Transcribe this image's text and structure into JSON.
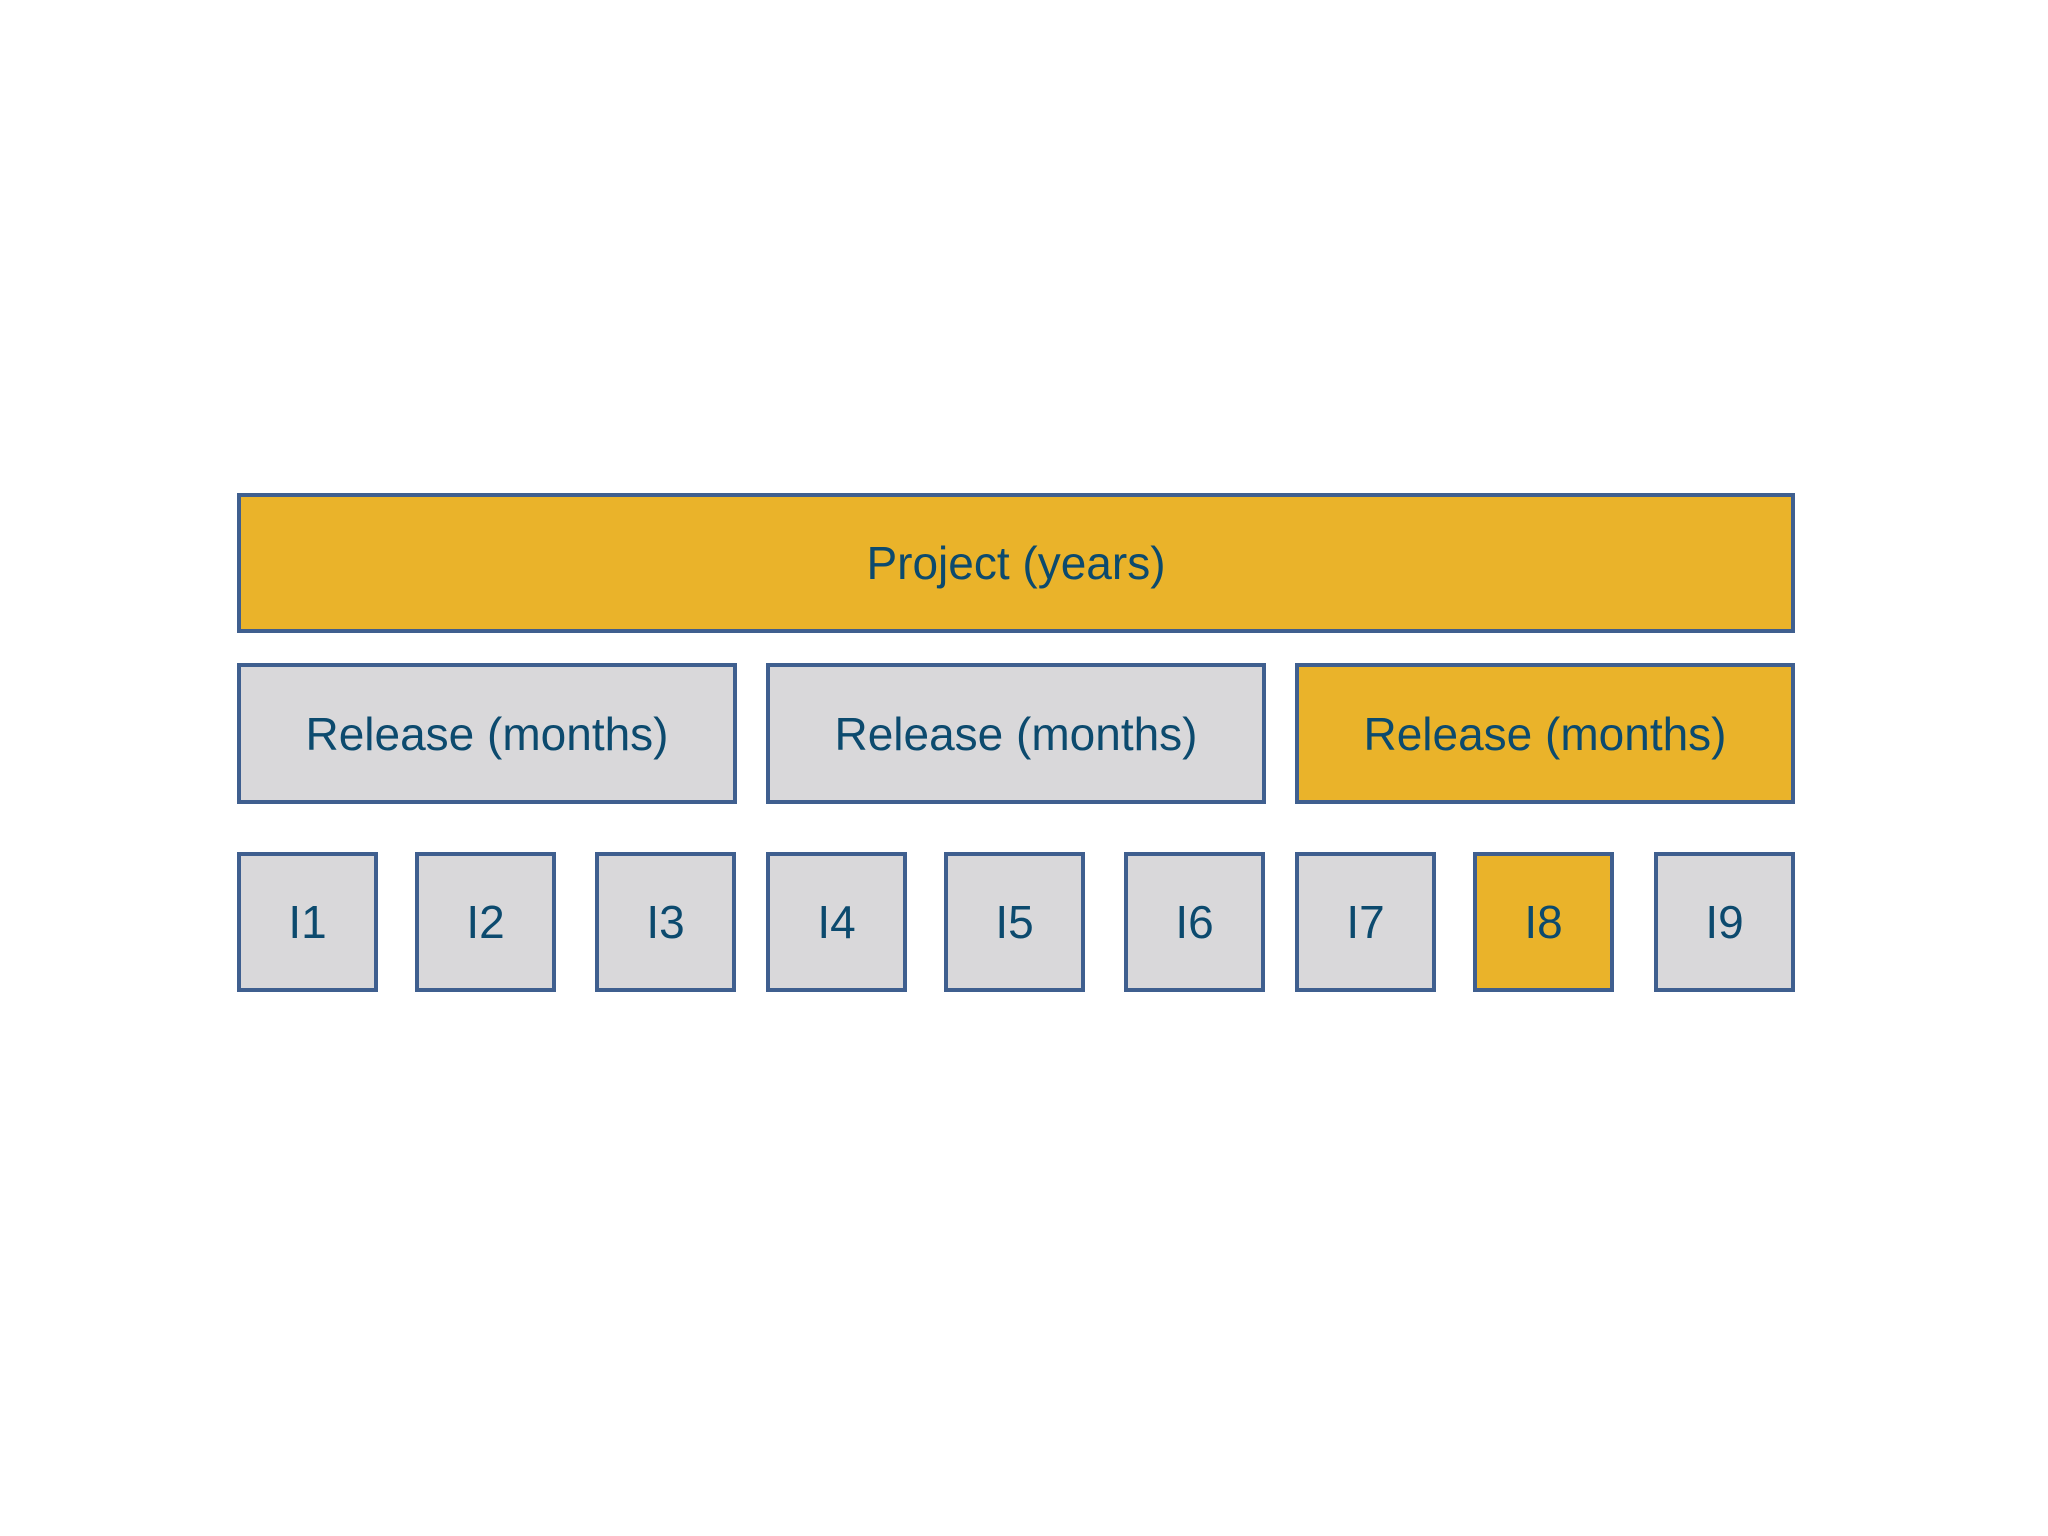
{
  "colors": {
    "highlight": "#eab32a",
    "neutral": "#d9d8da",
    "border": "#3f5f8f",
    "text": "#0c4a6e"
  },
  "project": {
    "label": "Project (years)"
  },
  "releases": [
    {
      "label": "Release (months)",
      "highlighted": false
    },
    {
      "label": "Release (months)",
      "highlighted": false
    },
    {
      "label": "Release (months)",
      "highlighted": true
    }
  ],
  "iterations": [
    {
      "label": "I1",
      "highlighted": false
    },
    {
      "label": "I2",
      "highlighted": false
    },
    {
      "label": "I3",
      "highlighted": false
    },
    {
      "label": "I4",
      "highlighted": false
    },
    {
      "label": "I5",
      "highlighted": false
    },
    {
      "label": "I6",
      "highlighted": false
    },
    {
      "label": "I7",
      "highlighted": false
    },
    {
      "label": "I8",
      "highlighted": true
    },
    {
      "label": "I9",
      "highlighted": false
    }
  ]
}
